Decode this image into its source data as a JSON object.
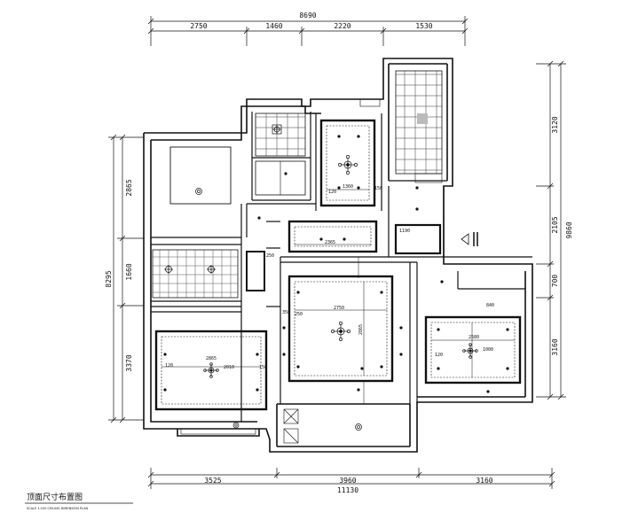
{
  "drawing": {
    "title": "顶面尺寸布置图",
    "subtitle": "SCALE 1:100 CEILING DIMENSION PLAN"
  },
  "top_dims": {
    "overall": "8690",
    "segments": [
      "2750",
      "1460",
      "2220",
      "1530"
    ]
  },
  "bottom_dims": {
    "overall": "11130",
    "segments": [
      "3525",
      "3960",
      "3160"
    ]
  },
  "left_dims": {
    "overall": "8295",
    "segments": [
      "2865",
      "1660",
      "3370"
    ]
  },
  "right_dims": {
    "overall": "9860",
    "segments": [
      "3120",
      "2105",
      "700",
      "3160"
    ]
  },
  "room_labels": {
    "study_w": "1360",
    "corridor_w": "2365",
    "living_w": "2750",
    "living_h": "2865",
    "master_w": "2865",
    "master_h": "2010",
    "bed2_w": "2580",
    "bed2_h": "1000",
    "small_a": "120",
    "small_b": "150",
    "small_c": "250",
    "small_d": "350",
    "small_e": "1190",
    "small_f": "840"
  }
}
